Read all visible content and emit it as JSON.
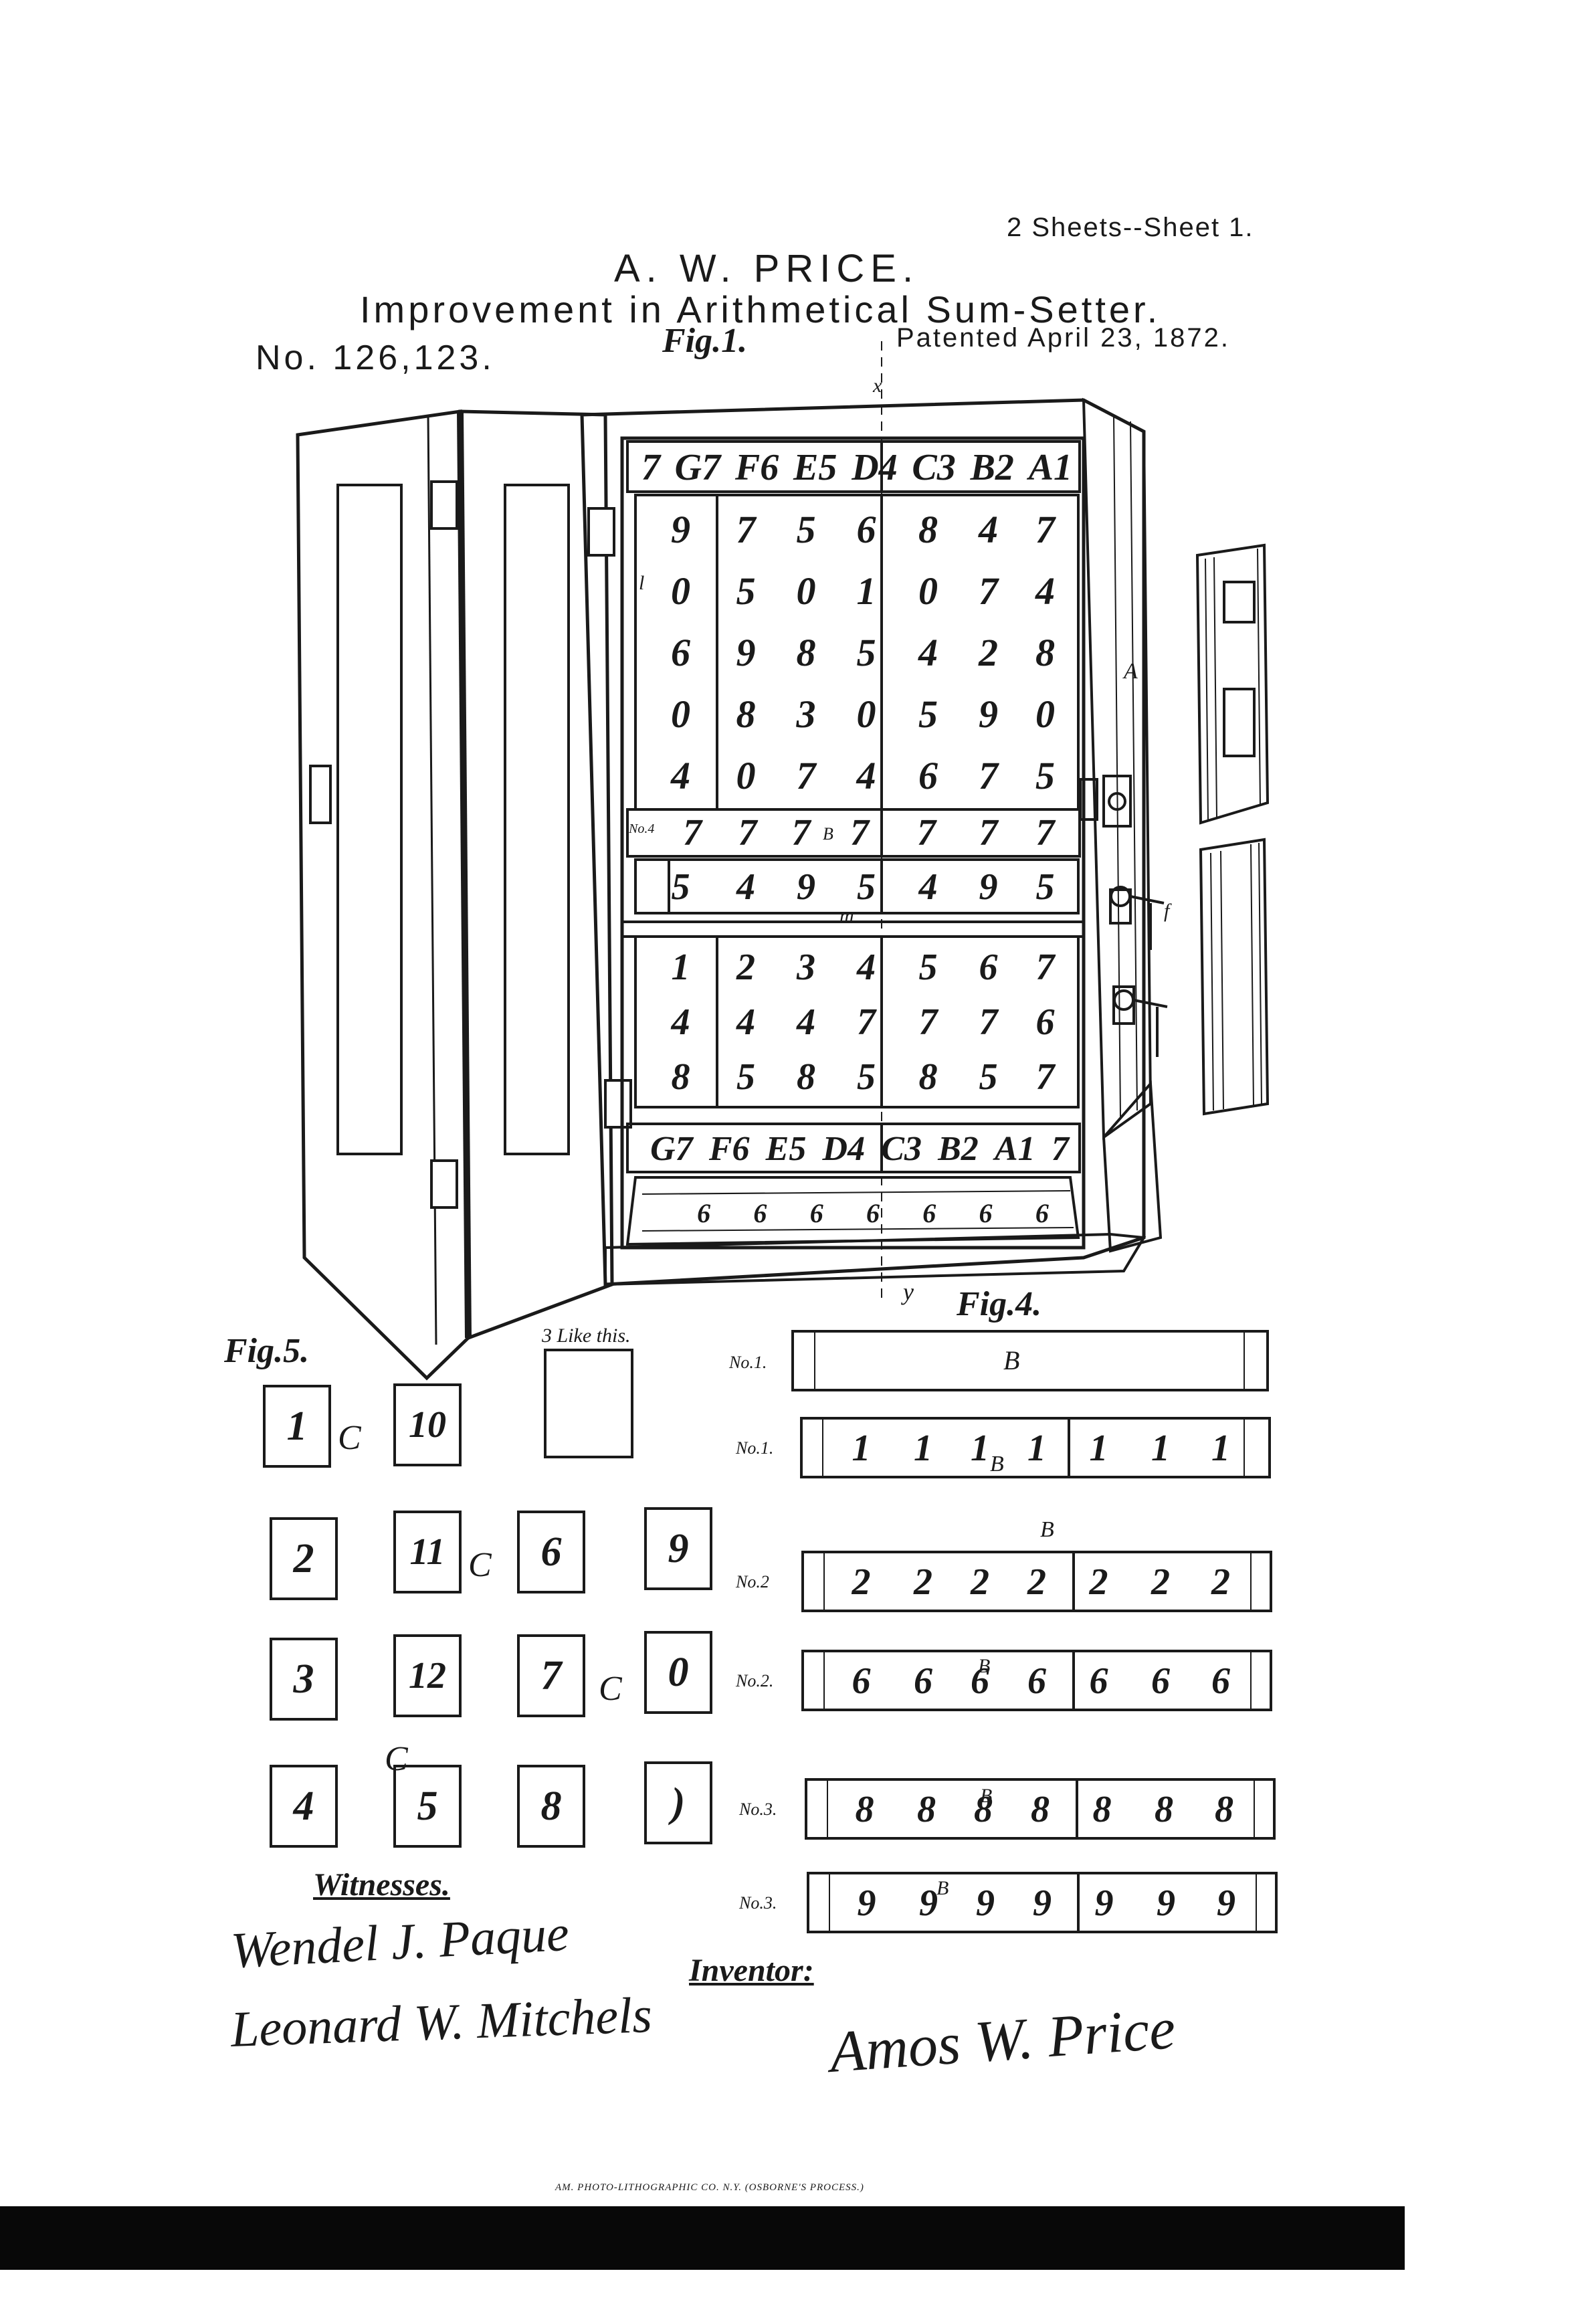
{
  "header": {
    "sheet": "2 Sheets--Sheet 1.",
    "inventor": "A. W. PRICE.",
    "title": "Improvement in Arithmetical Sum-Setter.",
    "number": "No. 126,123.",
    "fig1_label": "Fig.1.",
    "date": "Patented April 23, 1872."
  },
  "fig1": {
    "top_letters": [
      "7",
      "G7",
      "F6",
      "E5",
      "D4",
      "C3",
      "B2",
      "A1"
    ],
    "grid_rows": [
      [
        "9",
        "7",
        "5",
        "6",
        "8",
        "4",
        "7"
      ],
      [
        "0",
        "5",
        "0",
        "1",
        "0",
        "7",
        "4"
      ],
      [
        "6",
        "9",
        "8",
        "5",
        "4",
        "2",
        "8"
      ],
      [
        "0",
        "8",
        "3",
        "0",
        "5",
        "9",
        "0"
      ],
      [
        "4",
        "0",
        "7",
        "4",
        "6",
        "7",
        "5"
      ]
    ],
    "strip_row": {
      "prefix": "No.4",
      "values": [
        "7",
        "7",
        "7",
        "7",
        "7",
        "7",
        "7"
      ],
      "b_mark": "B"
    },
    "single_row": [
      "5",
      "4",
      "9",
      "5",
      "4",
      "9",
      "5"
    ],
    "lower_rows": [
      [
        "1",
        "2",
        "3",
        "4",
        "5",
        "6",
        "7"
      ],
      [
        "4",
        "4",
        "4",
        "7",
        "7",
        "7",
        "6"
      ],
      [
        "8",
        "5",
        "8",
        "5",
        "8",
        "5",
        "7"
      ]
    ],
    "bottom_letters": [
      "G7",
      "F6",
      "E5",
      "D4",
      "C3",
      "B2",
      "A1",
      "7"
    ],
    "drawer_row": [
      "6",
      "6",
      "6",
      "6",
      "6",
      "6",
      "6"
    ],
    "letters": {
      "x": "x",
      "y": "y",
      "A": "A",
      "m": "m",
      "l": "l",
      "f": "f"
    }
  },
  "fig5": {
    "label": "Fig.5.",
    "note": "3 Like this.",
    "c_mark": "C",
    "cards": [
      "1",
      "10",
      "2",
      "11",
      "6",
      "9",
      "3",
      "12",
      "7",
      "0",
      "4",
      "5",
      "8",
      ")"
    ]
  },
  "fig4": {
    "label": "Fig.4.",
    "rows": [
      {
        "label": "No.1.",
        "values": [],
        "b": "B"
      },
      {
        "label": "No.1.",
        "values": [
          "1",
          "1",
          "1",
          "1",
          "1",
          "1",
          "1"
        ],
        "b": "B"
      },
      {
        "label": "No.2",
        "values": [
          "2",
          "2",
          "2",
          "2",
          "2",
          "2",
          "2"
        ],
        "b": "B"
      },
      {
        "label": "No.2.",
        "values": [
          "6",
          "6",
          "6",
          "6",
          "6",
          "6",
          "6"
        ],
        "b": "B"
      },
      {
        "label": "No.3.",
        "values": [
          "8",
          "8",
          "8",
          "8",
          "8",
          "8",
          "8"
        ],
        "b": "B"
      },
      {
        "label": "No.3.",
        "values": [
          "9",
          "9",
          "9",
          "9",
          "9",
          "9",
          "9"
        ],
        "b": "B"
      }
    ]
  },
  "witnesses": {
    "label": "Witnesses.",
    "names": [
      "Wendel J. Paque",
      "Leonard W. Mitchels"
    ]
  },
  "inventor_block": {
    "label": "Inventor:",
    "signature": "Amos W. Price"
  },
  "footer": "AM. PHOTO-LITHOGRAPHIC CO. N.Y. (OSBORNE'S PROCESS.)"
}
